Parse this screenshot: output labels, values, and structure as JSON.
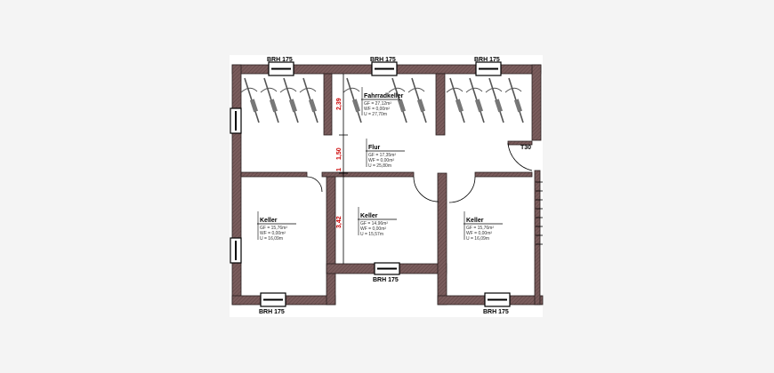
{
  "plan": {
    "windows_label": "BRH 175",
    "door_label": "T30",
    "rooms": [
      {
        "name": "Fahrradkeller",
        "gf": "GF = 27,12m²",
        "wf": "WF = 0,00m²",
        "u": "U   = 27,70m"
      },
      {
        "name": "Flur",
        "gf": "GF = 17,35m²",
        "wf": "WF = 0,00m²",
        "u": "U   = 25,80m"
      },
      {
        "name": "Keller",
        "gf": "GF = 15,76m²",
        "wf": "WF = 0,00m²",
        "u": "U   = 16,09m"
      },
      {
        "name": "Keller",
        "gf": "GF = 14,96m²",
        "wf": "WF = 0,00m²",
        "u": "U   = 15,57m"
      },
      {
        "name": "Keller",
        "gf": "GF = 15,76m²",
        "wf": "WF = 0,00m²",
        "u": "U   = 16,09m"
      }
    ],
    "dimensions": [
      "2,39",
      "1,50",
      "1",
      "3,42"
    ]
  }
}
